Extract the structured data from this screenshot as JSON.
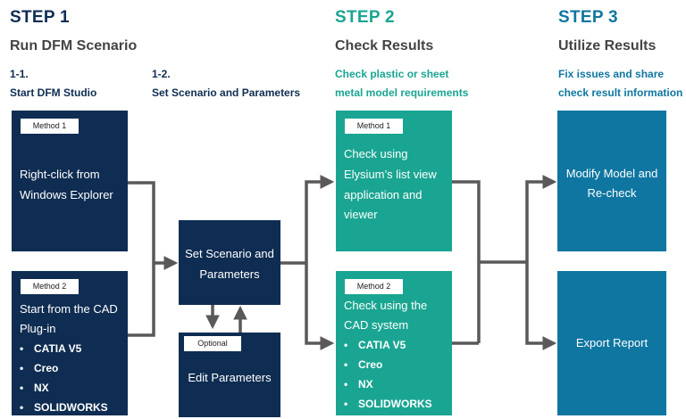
{
  "colors": {
    "navy": "#0f2d52",
    "teal": "#1aa592",
    "blue": "#0f76a1",
    "arrow": "#595959"
  },
  "step1": {
    "title": "STEP 1",
    "subtitle": "Run DFM Scenario",
    "sub1_num": "1-1.",
    "sub1_label": "Start DFM Studio",
    "sub2_num": "1-2.",
    "sub2_label": "Set Scenario and Parameters",
    "method1": {
      "tag": "Method 1",
      "line1": "Right-click from",
      "line2": "Windows Explorer"
    },
    "method2": {
      "tag": "Method 2",
      "line1": "Start from the CAD",
      "line2": "Plug-in",
      "items": [
        "CATIA V5",
        "Creo",
        "NX",
        "SOLIDWORKS"
      ]
    },
    "set_box": {
      "line1": "Set Scenario and",
      "line2": "Parameters"
    },
    "edit_box": {
      "tag": "Optional",
      "text": "Edit Parameters"
    }
  },
  "step2": {
    "title": "STEP 2",
    "subtitle": "Check Results",
    "desc1": "Check plastic or sheet",
    "desc2": "metal model requirements",
    "method1": {
      "tag": "Method 1",
      "line1": "Check using",
      "line2": "Elysium’s list view",
      "line3": "application and",
      "line4": "viewer"
    },
    "method2": {
      "tag": "Method 2",
      "line1": "Check using the",
      "line2": "CAD system",
      "items": [
        "CATIA V5",
        "Creo",
        "NX",
        "SOLIDWORKS"
      ]
    }
  },
  "step3": {
    "title": "STEP 3",
    "subtitle": "Utilize Results",
    "desc1": "Fix issues and share",
    "desc2": "check result information",
    "box1": {
      "line1": "Modify Model and",
      "line2": "Re-check"
    },
    "box2": {
      "text": "Export Report"
    }
  },
  "bullet": "•"
}
